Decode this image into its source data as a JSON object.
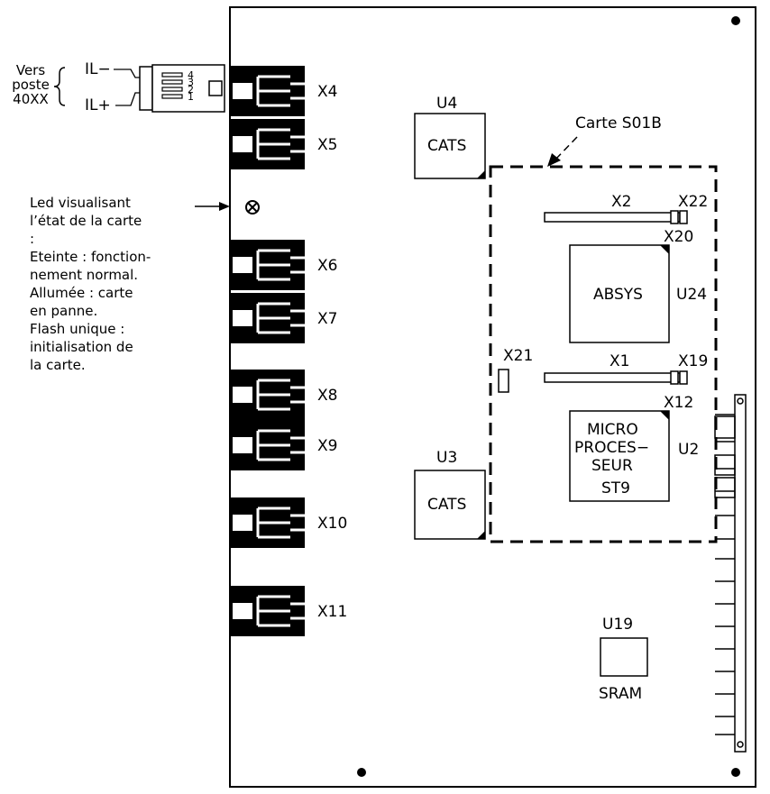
{
  "left_note": {
    "vers_lines": [
      "Vers",
      "poste",
      "40XX"
    ],
    "il_minus": "IL−",
    "il_plus": "IL+",
    "pins": [
      "4",
      "3",
      "2",
      "1"
    ],
    "led_lines": [
      "Led visualisant",
      "l’état de la carte",
      ":",
      "Eteinte : fonction-",
      "nement normal.",
      "Allumée : carte",
      "en panne.",
      "Flash unique :",
      "initialisation de",
      "la carte."
    ]
  },
  "connectors": [
    "X4",
    "X5",
    "X6",
    "X7",
    "X8",
    "X9",
    "X10",
    "X11"
  ],
  "components": {
    "u4_ref": "U4",
    "u4_name": "CATS",
    "u3_ref": "U3",
    "u3_name": "CATS",
    "card_label": "Carte S01B",
    "x2": "X2",
    "x22": "X22",
    "x20": "X20",
    "absys": "ABSYS",
    "u24": "U24",
    "x21": "X21",
    "x1": "X1",
    "x19": "X19",
    "x12": "X12",
    "micro_lines": [
      "MICRO",
      "PROCES−",
      "SEUR"
    ],
    "st9": "ST9",
    "u2": "U2",
    "u19": "U19",
    "sram": "SRAM"
  }
}
